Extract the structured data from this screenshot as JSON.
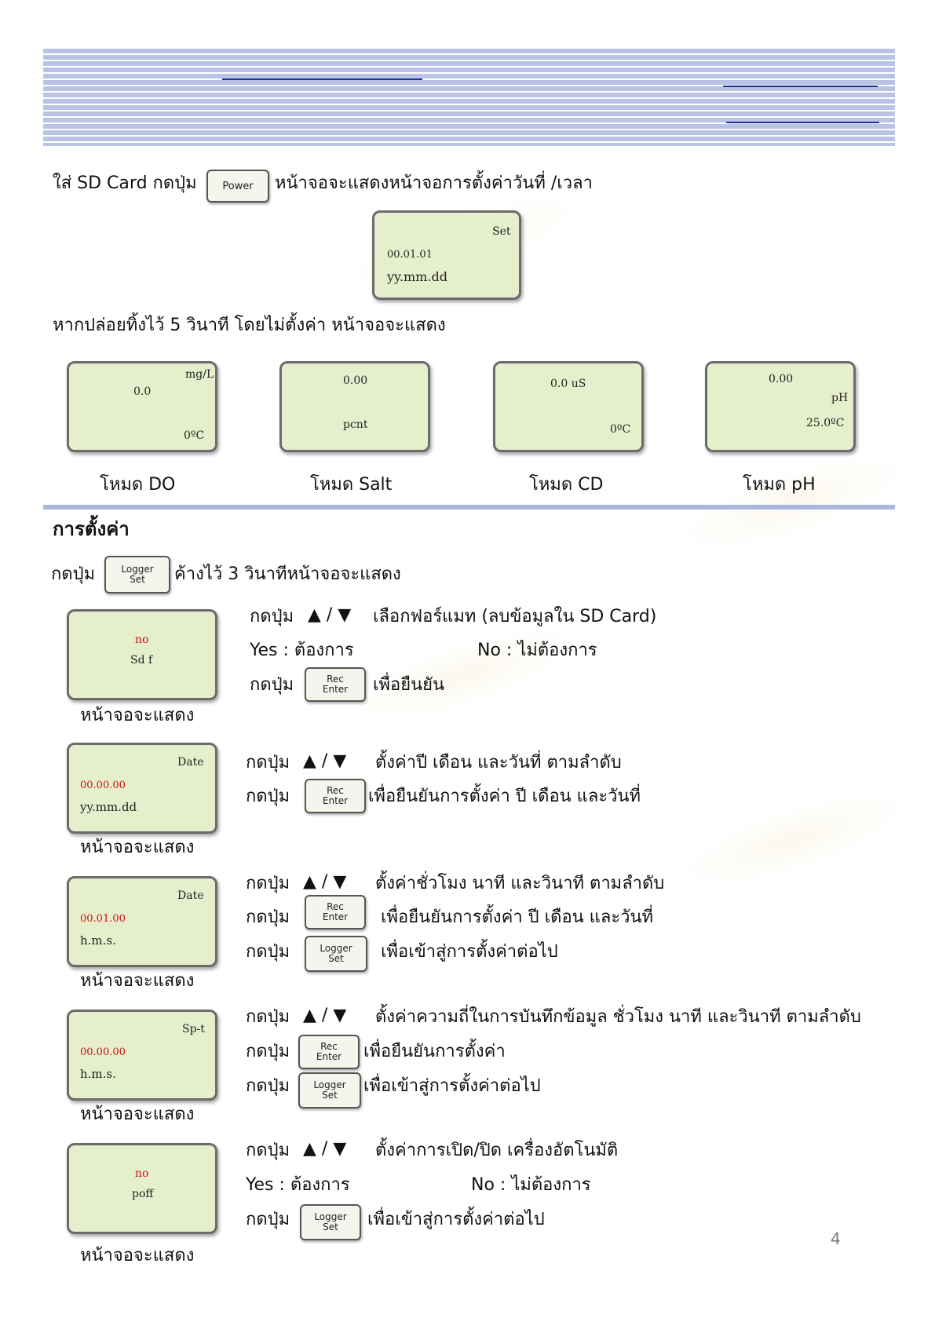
{
  "intro": {
    "line_prefix": "ใส่ SD Card กดปุ่ม",
    "power_button": "Power",
    "line_suffix": "หน้าจอจะแสดงหน้าจอการตั้งค่าวันที่ /เวลา",
    "date_lcd": {
      "tag": "Set",
      "value": "00.01.01",
      "format": "yy.mm.dd"
    },
    "wait_text": "หากปล่อยทิ้งไว้ 5 วินาที โดยไม่ตั้งค่า หน้าจอจะแสดง"
  },
  "modes": [
    {
      "reading": "0.0",
      "unit": "mg/L",
      "temp": "0ºC",
      "label": "โหมด DO"
    },
    {
      "reading": "0.00",
      "unit": "pcnt",
      "label": "โหมด Salt"
    },
    {
      "reading": "0.0 uS",
      "temp": "0ºC",
      "label": "โหมด CD"
    },
    {
      "reading": "0.00",
      "unit": "pH",
      "temp": "25.0ºC",
      "label": "โหมด pH"
    }
  ],
  "settings": {
    "heading": "การตั้งค่า",
    "press": "กดปุ่ม",
    "hold_text": "ค้างไว้ 3 วินาทีหน้าจอจะแสดง",
    "logger_set": [
      "Logger",
      "Set"
    ],
    "rec_enter": [
      "Rec",
      "Enter"
    ],
    "arrows": "▲ / ▼",
    "screen_caption": "หน้าจอจะแสดง",
    "step1": {
      "lcd_top": "no",
      "lcd_bottom": "Sd f",
      "desc": "เลือกฟอร์แมท (ลบข้อมูลใน SD Card)",
      "yes": "Yes : ต้องการ",
      "no": "No : ไม่ต้องการ",
      "confirm": "เพื่อยืนยัน"
    },
    "step2": {
      "lcd_tag": "Date",
      "lcd_value": "00.00.00",
      "lcd_format": "yy.mm.dd",
      "desc": "ตั้งค่าปี เดือน และวันที่ ตามลำดับ",
      "confirm": "เพื่อยืนยันการตั้งค่า ปี เดือน และวันที่"
    },
    "step3": {
      "lcd_tag": "Date",
      "lcd_value": "00.01.00",
      "lcd_format": "h.m.s.",
      "desc": "ตั้งค่าชั่วโมง นาที และวินาที ตามลำดับ",
      "confirm": "เพื่อยืนยันการตั้งค่า ปี เดือน และวันที่",
      "next": "เพื่อเข้าสู่การตั้งค่าต่อไป"
    },
    "step4": {
      "lcd_tag": "Sp-t",
      "lcd_value": "00.00.00",
      "lcd_format": "h.m.s.",
      "desc": "ตั้งค่าความถี่ในการบันทึกข้อมูล ชั่วโมง นาที และวินาที ตามลำดับ",
      "confirm": "เพื่อยืนยันการตั้งค่า",
      "next": "เพื่อเข้าสู่การตั้งค่าต่อไป"
    },
    "step5": {
      "lcd_top": "no",
      "lcd_bottom": "poff",
      "desc": "ตั้งค่าการเปิด/ปิด เครื่องอัตโนมัติ",
      "yes": "Yes : ต้องการ",
      "no": "No : ไม่ต้องการ",
      "next": "เพื่อเข้าสู่การตั้งค่าต่อไป"
    }
  },
  "page_number": "4"
}
